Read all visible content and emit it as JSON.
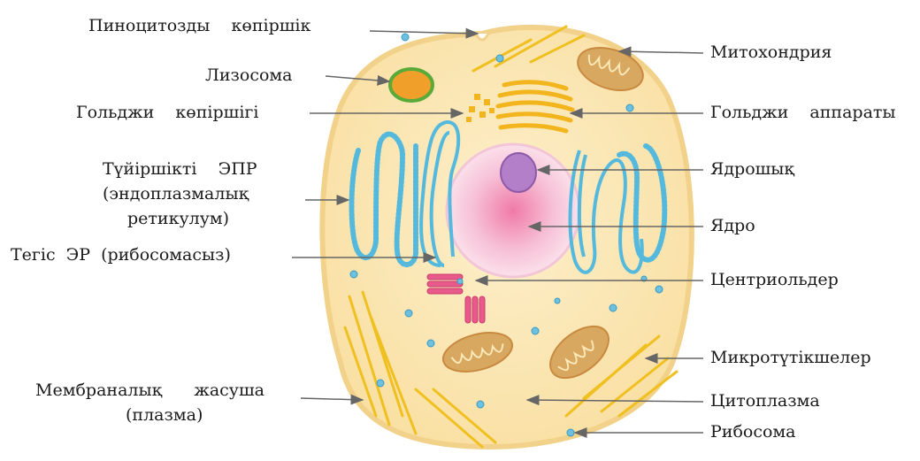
{
  "labels_left": {
    "pinocytic_vesicle": "Пиноцитозды    көпіршік",
    "lysosome": "Лизосома",
    "golgi_vesicle": "Гольджи    көпіршігі",
    "rough_er_line1": "Түйіршікті    ЭПР",
    "rough_er_line2": "(эндоплазмалық",
    "rough_er_line3": "ретикулум)",
    "smooth_er": "Тегіс  ЭР  (рибосомасыз)",
    "membrane_line1": "Мембраналық      жасуша",
    "membrane_line2": "(плазма)"
  },
  "labels_right": {
    "mitochondria": "Митохондрия",
    "golgi_apparatus": "Гольджи    аппараты",
    "nucleolus": "Ядрошық",
    "nucleus": "Ядро",
    "centrioles": "Центриольдер",
    "microtubules": "Микротүтікшелер",
    "cytoplasm": "Цитоплазма",
    "ribosome": "Рибосома"
  },
  "colors": {
    "cell_fill": "#fbe8b8",
    "cell_outline": "#f2d28a",
    "nucleus_fill": "#f6c6d6",
    "nucleolus_fill": "#b37fc8",
    "er_color": "#54b9dc",
    "golgi_color": "#f2b51d",
    "mitochondria_fill": "#d9a860",
    "lysosome_fill": "#f0a02a",
    "lysosome_ring": "#5aaa3a",
    "centriole_color": "#e85a8a",
    "microtubule_color": "#f0c020",
    "ribosome_color": "#6cc0e0",
    "arrow_color": "#666666"
  }
}
